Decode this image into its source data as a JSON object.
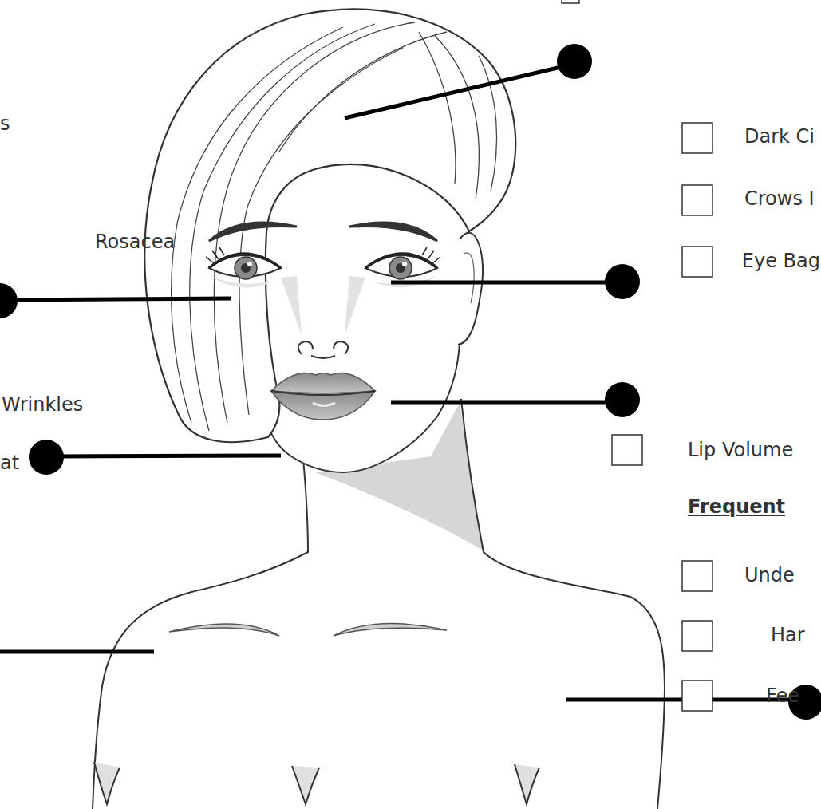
{
  "diagram": {
    "labels": [
      "s",
      "Rosacea",
      "Wrinkles",
      "at",
      "Dark Ci",
      "Crows I",
      "Eye Bag",
      "Lip Volume",
      "Frequent",
      "Unde",
      "Har",
      "Fee"
    ]
  }
}
